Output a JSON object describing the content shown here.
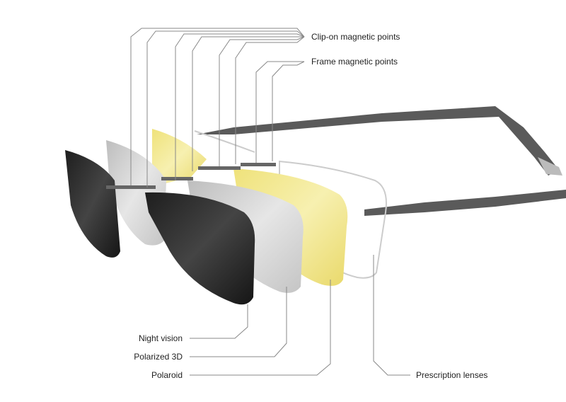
{
  "labels": {
    "clip_on": "Clip-on magnetic points",
    "frame": "Frame magnetic points",
    "night_vision": "Night vision",
    "polarized": "Polarized 3D",
    "polaroid": "Polaroid",
    "prescription": "Prescription lenses"
  },
  "colors": {
    "leader": "#888888",
    "dark_lens": "#2a2a2a",
    "gray_lens": "#cfcfcf",
    "yellow_lens": "#f2e889",
    "frame": "#555555"
  }
}
